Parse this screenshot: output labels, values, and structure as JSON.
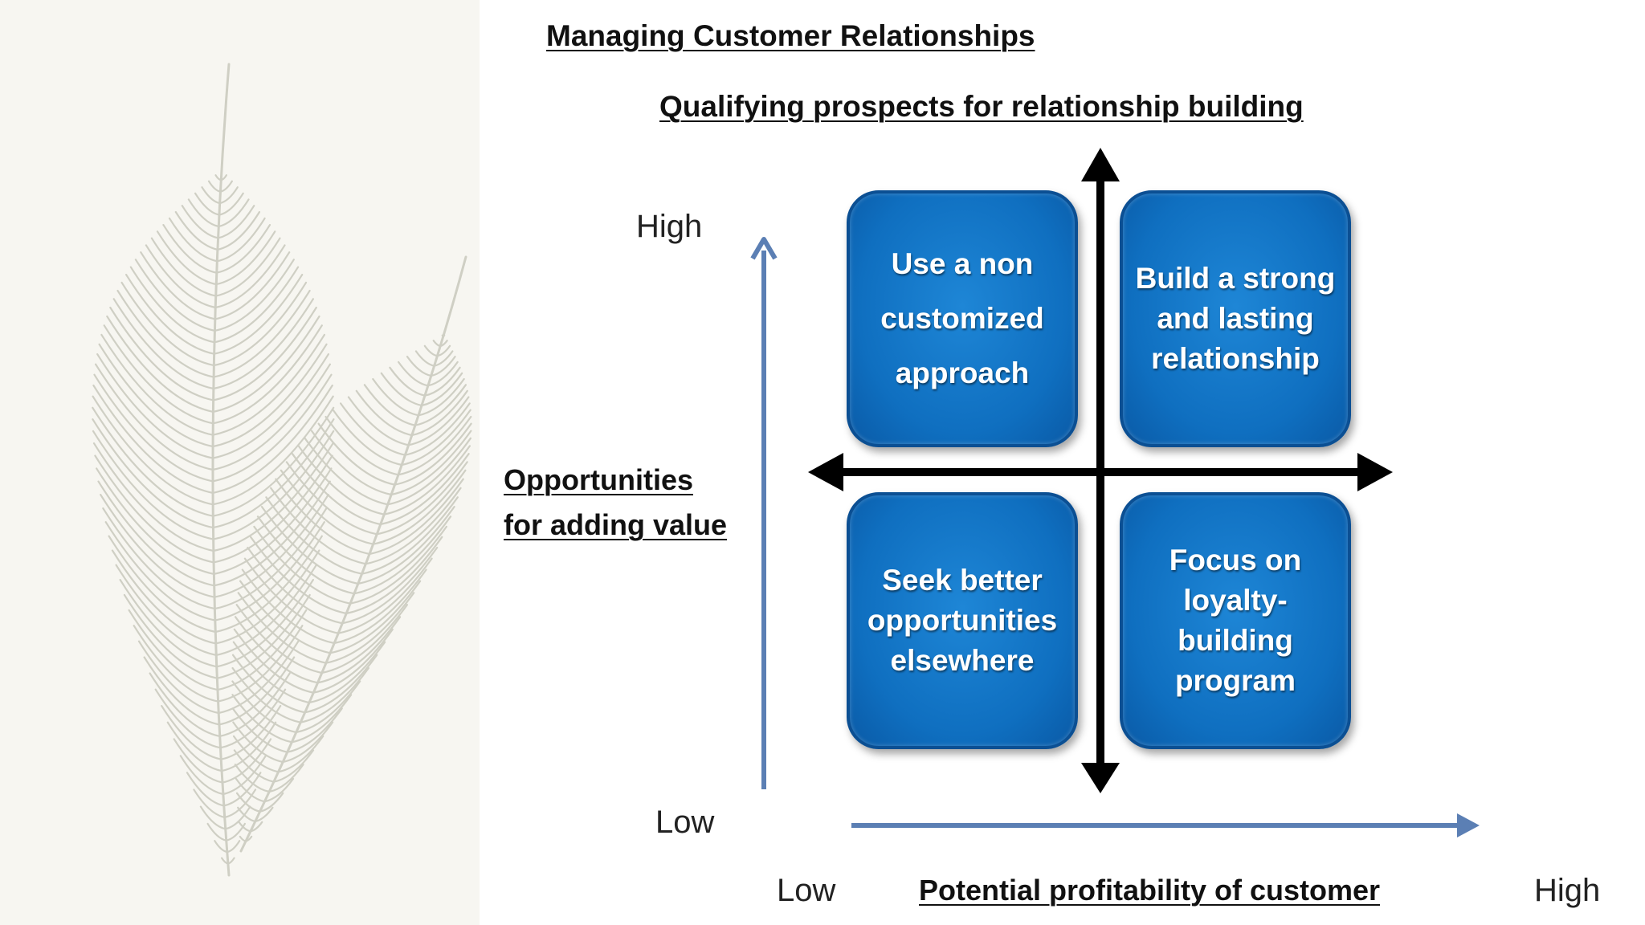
{
  "slide": {
    "title": "Managing Customer Relationships"
  },
  "diagram": {
    "title": "Qualifying prospects for relationship building",
    "y_axis": {
      "title": "Opportunities\nfor adding value",
      "high": "High",
      "low": "Low"
    },
    "x_axis": {
      "title": "Potential profitability of customer",
      "low": "Low",
      "high": "High"
    },
    "quadrants": {
      "top_left": "Use a non\ncustomized\napproach",
      "top_right": "Build a strong\nand lasting\nrelationship",
      "bottom_left": "Seek better\nopportunities\nelsewhere",
      "bottom_right": "Focus on\nloyalty-\nbuilding\nprogram"
    }
  },
  "colors": {
    "quadrant_fill": "#0f6fc0",
    "axis_arrow": "#5b7fb4",
    "cross_arrow": "#000000",
    "side_panel": "#f7f6f1"
  },
  "icons": {
    "decoration": "feather-illustration"
  }
}
